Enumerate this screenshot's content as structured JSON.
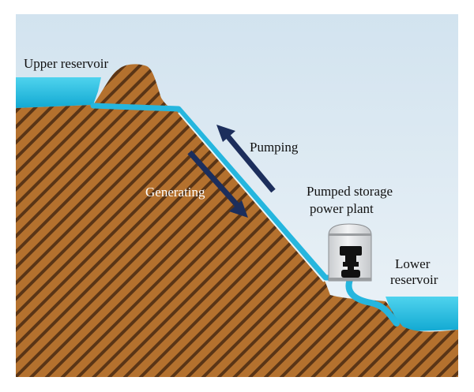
{
  "labels": {
    "upper_reservoir": "Upper reservoir",
    "pumping": "Pumping",
    "generating": "Generating",
    "plant_line1": "Pumped storage",
    "plant_line2": "power plant",
    "lower_line1": "Lower",
    "lower_line2": "reservoir"
  },
  "colors": {
    "sky_top": "#d2e3ef",
    "sky_bottom": "#eef4f8",
    "earth": "#b4712e",
    "earth_stripe": "#5a3516",
    "water": "#1bbfe1",
    "pipe": "#25b6de",
    "arrow": "#1c2e5c",
    "building": "#dfe1e2",
    "turbine": "#111111"
  }
}
